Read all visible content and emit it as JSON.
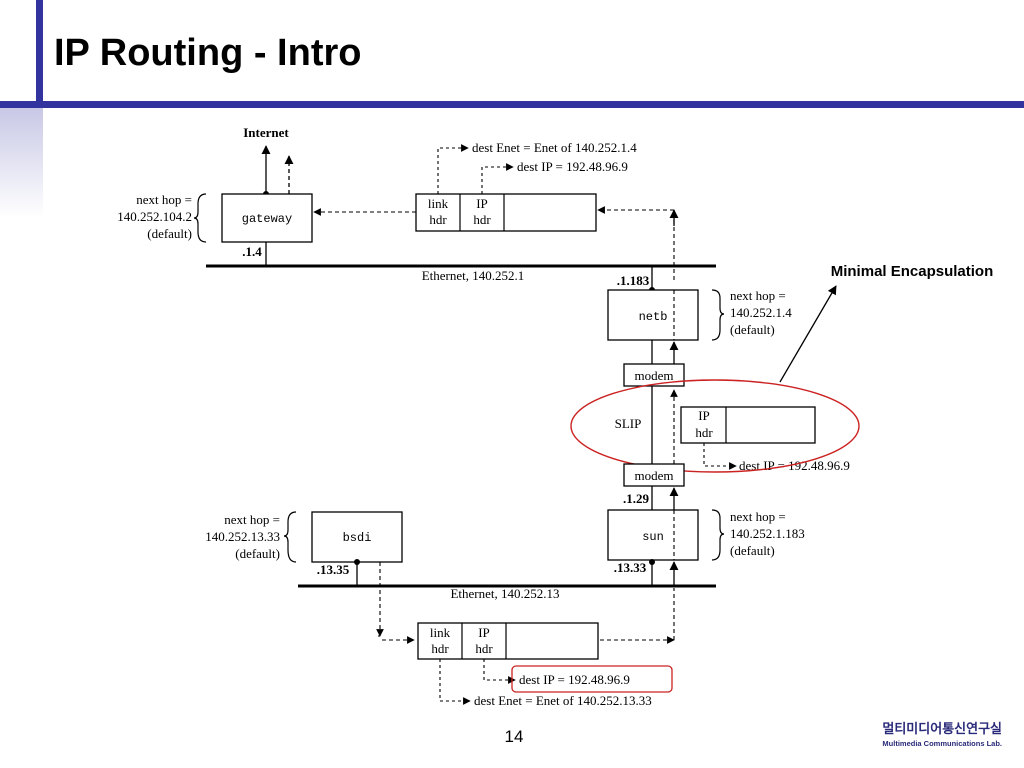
{
  "slide": {
    "title": "IP Routing - Intro",
    "page_number": "14",
    "org_name_korean": "멀티미디어통신연구실",
    "org_name_english": "Multimedia Communications Lab."
  },
  "diagram": {
    "annotation": "Minimal Encapsulation",
    "internet_label": "Internet",
    "networks": {
      "ethernet_top": "Ethernet, 140.252.1",
      "ethernet_bottom": "Ethernet, 140.252.13"
    },
    "hosts": {
      "gateway": "gateway",
      "netb": "netb",
      "sun": "sun",
      "bsdi": "bsdi",
      "modem": "modem",
      "slip": "SLIP"
    },
    "interfaces": {
      "gateway_if": ".1.4",
      "netb_if": ".1.183",
      "sun_if_slip": ".1.29",
      "sun_if_eth": ".13.33",
      "bsdi_if": ".13.35"
    },
    "next_hops": {
      "gateway": {
        "line1": "next hop =",
        "line2": "140.252.104.2",
        "line3": "(default)"
      },
      "netb": {
        "line1": "next hop =",
        "line2": "140.252.1.4",
        "line3": "(default)"
      },
      "sun": {
        "line1": "next hop =",
        "line2": "140.252.1.183",
        "line3": "(default)"
      },
      "bsdi": {
        "line1": "next hop =",
        "line2": "140.252.13.33",
        "line3": "(default)"
      }
    },
    "packet_labels": {
      "link": "link",
      "hdr": "hdr",
      "ip": "IP"
    },
    "dest_labels": {
      "top_enet": "dest Enet = Enet of 140.252.1.4",
      "top_ip": "dest IP = 192.48.96.9",
      "slip_ip": "dest IP = 192.48.96.9",
      "bottom_ip": "dest IP = 192.48.96.9",
      "bottom_enet": "dest Enet = Enet of 140.252.13.33"
    },
    "colors": {
      "accent_bar": "#3333a0",
      "highlight": "#cc2222"
    }
  }
}
